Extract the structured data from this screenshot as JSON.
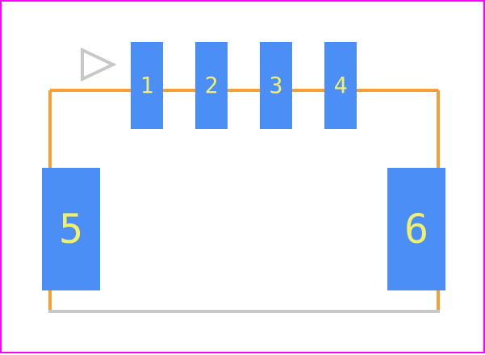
{
  "footprint": {
    "pads": [
      {
        "id": "pad-1",
        "label": "1"
      },
      {
        "id": "pad-2",
        "label": "2"
      },
      {
        "id": "pad-3",
        "label": "3"
      },
      {
        "id": "pad-4",
        "label": "4"
      },
      {
        "id": "pad-5",
        "label": "5"
      },
      {
        "id": "pad-6",
        "label": "6"
      }
    ],
    "colors": {
      "border": "#ff00ff",
      "pad_fill": "#4a8ef6",
      "pad_text": "#f0f06a",
      "outline": "#f4a033",
      "bottom_edge": "#c8c8c8",
      "pin1_marker": "#c8c8c8"
    }
  }
}
